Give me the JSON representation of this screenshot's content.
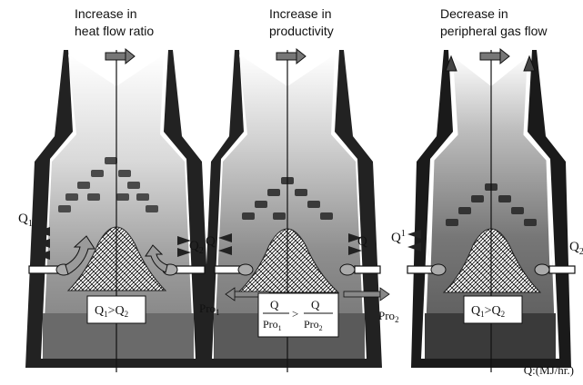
{
  "panels": [
    {
      "title_line1": "Increase in",
      "title_line2": "heat flow ratio",
      "left_label": "Q",
      "left_sub": "1",
      "right_label": "Q",
      "right_sub": "2",
      "equation": {
        "left": "Q",
        "left_sub": "1",
        "op": ">",
        "right": "Q",
        "right_sub": "2"
      }
    },
    {
      "title_line1": "Increase in",
      "title_line2": "productivity",
      "left_label": "Q",
      "right_label": "Q",
      "pro_left": "Pro",
      "pro_left_sub": "1",
      "pro_right": "Pro",
      "pro_right_sub": "2",
      "equation": {
        "num_left": "Q",
        "den_left": "Pro",
        "den_left_sub": "1",
        "op": ">",
        "num_right": "Q",
        "den_right": "Pro",
        "den_right_sub": "2"
      }
    },
    {
      "title_line1": "Decrease in",
      "title_line2": "peripheral gas flow",
      "left_label": "Q",
      "left_sub": "1",
      "right_label": "Q",
      "right_sub": "2",
      "equation": {
        "left": "Q",
        "left_sub": "1",
        "op": ">",
        "right": "Q",
        "right_sub": "2"
      }
    }
  ],
  "unit_label": "Q:(MJ/hr.)"
}
